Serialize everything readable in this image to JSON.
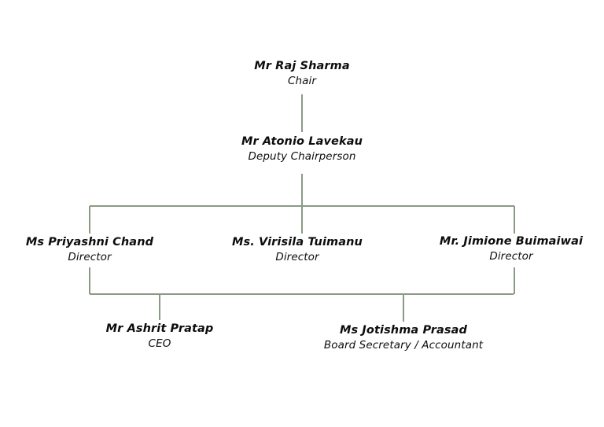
{
  "chart": {
    "type": "org-chart",
    "background_color": "#ffffff",
    "line_color": "#8a9a84",
    "text_color": "#0d0d0d",
    "nodes": [
      {
        "id": "chair",
        "name": "Mr Raj Sharma",
        "role": "Chair",
        "level": 1
      },
      {
        "id": "deputy",
        "name": "Mr Atonio Lavekau",
        "role": "Deputy Chairperson",
        "level": 2
      },
      {
        "id": "director1",
        "name": "Ms Priyashni Chand",
        "role": "Director",
        "level": 3
      },
      {
        "id": "director2",
        "name": "Ms. Virisila Tuimanu",
        "role": "Director",
        "level": 3
      },
      {
        "id": "director3",
        "name": "Mr. Jimione Buimaiwai",
        "role": "Director",
        "level": 3
      },
      {
        "id": "ceo",
        "name": "Mr Ashrit Pratap",
        "role": "CEO",
        "level": 4
      },
      {
        "id": "secretary",
        "name": "Ms Jotishma Prasad",
        "role": "Board Secretary / Accountant",
        "level": 4
      }
    ],
    "edges": [
      {
        "from": "chair",
        "to": "deputy"
      },
      {
        "from": "deputy",
        "to": "director1"
      },
      {
        "from": "deputy",
        "to": "director2"
      },
      {
        "from": "deputy",
        "to": "director3"
      },
      {
        "from": "directors",
        "to": "ceo"
      },
      {
        "from": "directors",
        "to": "secretary"
      }
    ]
  }
}
